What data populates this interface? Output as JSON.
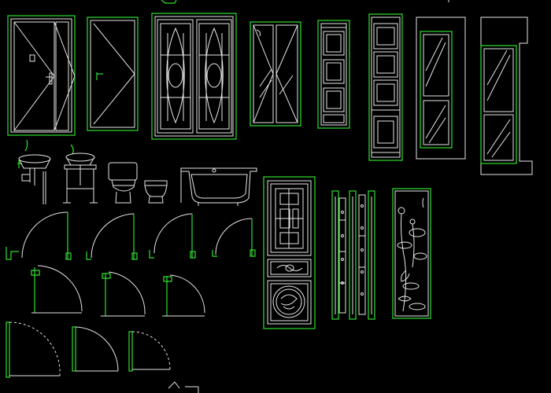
{
  "canvas": {
    "background": "#000000",
    "primary_line": "#2fe02f",
    "secondary_line": "#e6e6e6"
  },
  "blocks": [
    {
      "id": "door-single-1",
      "icon": "door-elevation-icon"
    },
    {
      "id": "door-single-2",
      "icon": "door-elevation-icon"
    },
    {
      "id": "door-double-leaded-glass",
      "icon": "double-door-icon"
    },
    {
      "id": "glass-door",
      "icon": "glass-door-icon"
    },
    {
      "id": "lattice-cabinet-1",
      "icon": "lattice-panel-icon"
    },
    {
      "id": "lattice-cabinet-2",
      "icon": "lattice-panel-icon"
    },
    {
      "id": "window-section-1",
      "icon": "window-icon"
    },
    {
      "id": "window-section-2",
      "icon": "window-icon"
    },
    {
      "id": "washbasins",
      "icon": "washbasin-icon"
    },
    {
      "id": "toilet",
      "icon": "toilet-icon"
    },
    {
      "id": "bidet",
      "icon": "bidet-icon"
    },
    {
      "id": "bathtub",
      "icon": "bathtub-icon"
    },
    {
      "id": "door-swings-plan",
      "icon": "door-swing-icon"
    },
    {
      "id": "carved-screen-panel",
      "icon": "screen-panel-icon"
    },
    {
      "id": "carved-columns",
      "icon": "column-icon"
    },
    {
      "id": "lotus-panel",
      "icon": "lotus-panel-icon"
    }
  ]
}
